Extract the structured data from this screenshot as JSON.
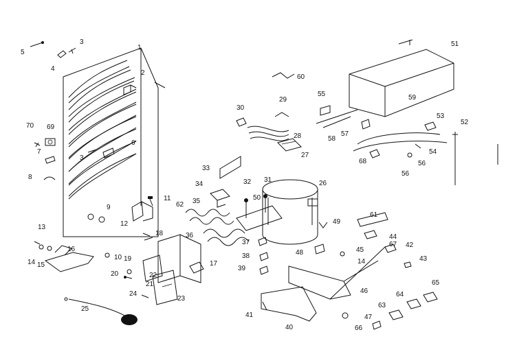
{
  "part_labels": [
    "1",
    "2",
    "3",
    "3",
    "4",
    "5",
    "6",
    "7",
    "8",
    "9",
    "10",
    "11",
    "12",
    "13",
    "14",
    "14",
    "15",
    "16",
    "17",
    "18",
    "19",
    "20",
    "21",
    "22",
    "23",
    "24",
    "25",
    "26",
    "27",
    "28",
    "29",
    "30",
    "31",
    "32",
    "33",
    "34",
    "35",
    "36",
    "37",
    "38",
    "39",
    "40",
    "41",
    "42",
    "43",
    "44",
    "45",
    "46",
    "47",
    "48",
    "49",
    "50",
    "51",
    "52",
    "53",
    "54",
    "55",
    "56",
    "56",
    "57",
    "58",
    "59",
    "60",
    "61",
    "62",
    "63",
    "64",
    "65",
    "66",
    "67",
    "68",
    "69",
    "70"
  ]
}
